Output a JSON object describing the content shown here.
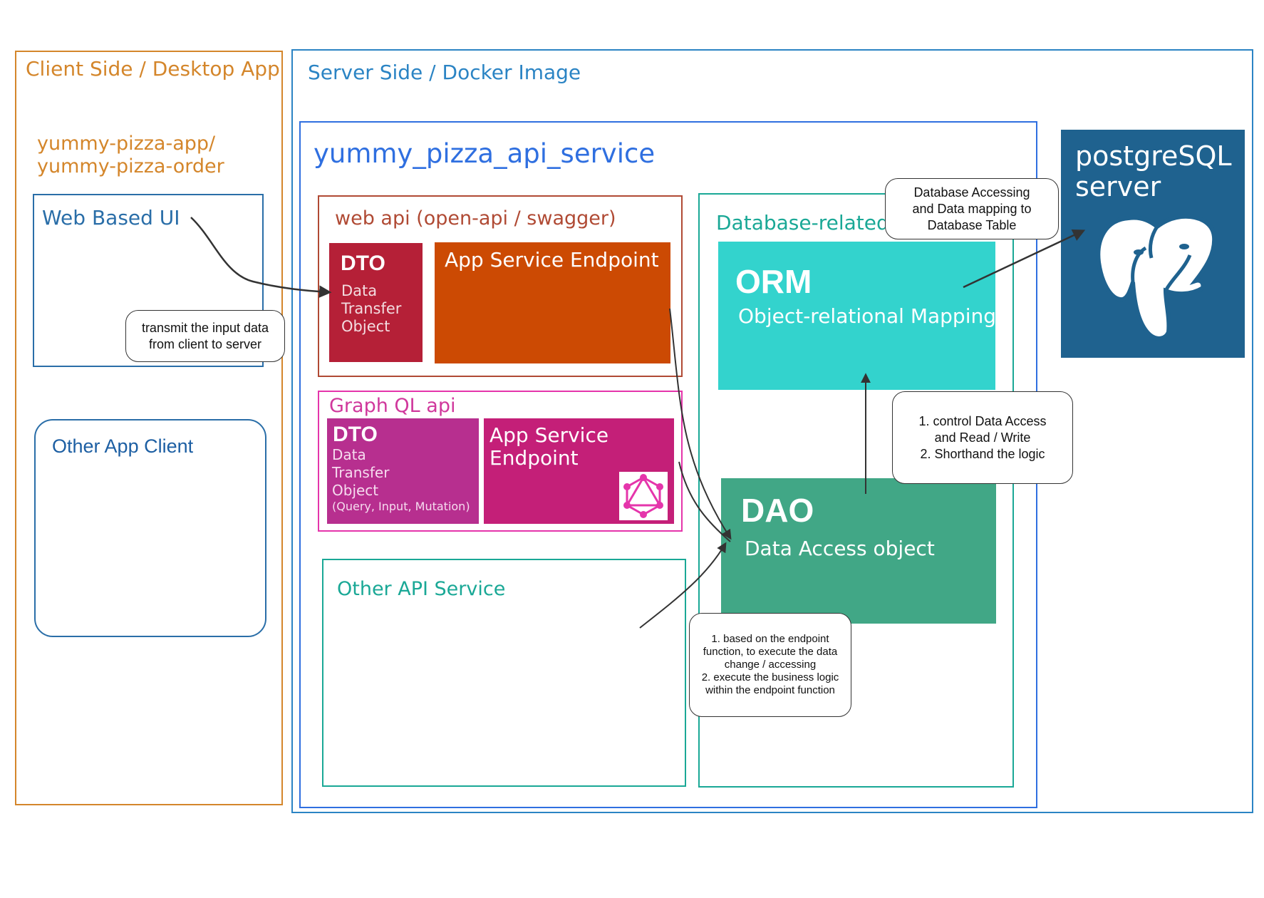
{
  "client": {
    "title": "Client Side / Desktop App",
    "repo_line1": "yummy-pizza-app/",
    "repo_line2": "yummy-pizza-order",
    "web_ui": "Web Based UI",
    "other_client": "Other App Client",
    "note_line1": "transmit the input data",
    "note_line2": "from client to server"
  },
  "server": {
    "title": "Server Side / Docker Image",
    "service_title": "yummy_pizza_api_service",
    "web_api": {
      "title": "web api (open-api / swagger)",
      "dto_title": "DTO",
      "dto_line1": "Data",
      "dto_line2": "Transfer",
      "dto_line3": "Object",
      "endpoint": "App Service Endpoint"
    },
    "graphql": {
      "title": "Graph QL api",
      "dto_title": "DTO",
      "dto_line1": "Data",
      "dto_line2": "Transfer",
      "dto_line3": "Object",
      "dto_line4": "(Query, Input, Mutation)",
      "endpoint_line1": "App Service",
      "endpoint_line2": "Endpoint"
    },
    "other_api": "Other API Service",
    "db_related": {
      "title": "Database-related",
      "orm_title": "ORM",
      "orm_subtitle": "Object-relational Mapping",
      "dao_title": "DAO",
      "dao_subtitle": "Data Access object"
    },
    "postgres_line1": "postgreSQL",
    "postgres_line2": "server"
  },
  "notes": {
    "db_line1": "Database Accessing",
    "db_line2": "and Data mapping to",
    "db_line3": "Database Table",
    "dao_line1": "1. control Data Access",
    "dao_line2": "and Read / Write",
    "dao_line3": "2. Shorthand the logic",
    "endpoint_line1": "1. based on the endpoint",
    "endpoint_line2": "function, to execute the data",
    "endpoint_line3": "change / accessing",
    "endpoint_line4": "2. execute the business logic",
    "endpoint_line5": "within the endpoint function"
  },
  "icons": [
    "graphql-icon",
    "postgresql-elephant-icon"
  ],
  "colors": {
    "client": "#d4862b",
    "server": "#2b84c4",
    "service": "#2f6fe0",
    "web_api": "#b04a34",
    "dto_red": "#b52037",
    "endpoint_orange": "#cc4a03",
    "graphql": "#e535ab",
    "graphql_dto": "#b72f8f",
    "graphql_endpoint": "#c41f78",
    "other_api": "#1aa896",
    "orm": "#33d3cd",
    "dao": "#41a786",
    "postgres": "#1f628f"
  }
}
